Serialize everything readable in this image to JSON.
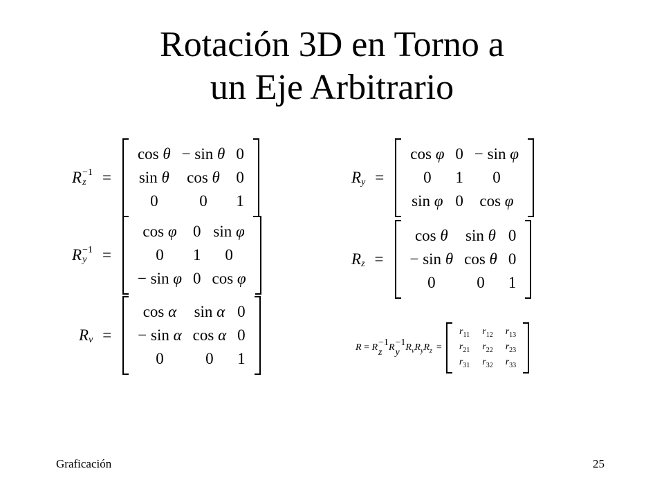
{
  "slide": {
    "title_line1": "Rotación 3D en Torno a",
    "title_line2": "un Eje Arbitrario",
    "footer_left": "Graficación",
    "page_number": "25"
  },
  "equations": {
    "rz_inv": {
      "rows": [
        [
          "cos θ",
          "− sin θ",
          "0"
        ],
        [
          "sin θ",
          "cos θ",
          "0"
        ],
        [
          "0",
          "0",
          "1"
        ]
      ]
    },
    "ry_inv": {
      "rows": [
        [
          "cos φ",
          "0",
          "sin φ"
        ],
        [
          "0",
          "1",
          "0"
        ],
        [
          "− sin φ",
          "0",
          "cos φ"
        ]
      ]
    },
    "rv": {
      "rows": [
        [
          "cos α",
          "sin α",
          "0"
        ],
        [
          "− sin α",
          "cos α",
          "0"
        ],
        [
          "0",
          "0",
          "1"
        ]
      ]
    },
    "ry": {
      "rows": [
        [
          "cos φ",
          "0",
          "− sin φ"
        ],
        [
          "0",
          "1",
          "0"
        ],
        [
          "sin φ",
          "0",
          "cos φ"
        ]
      ]
    },
    "rz": {
      "rows": [
        [
          "cos θ",
          "sin θ",
          "0"
        ],
        [
          "− sin θ",
          "cos θ",
          "0"
        ],
        [
          "0",
          "0",
          "1"
        ]
      ]
    },
    "r_total": {
      "rows": [
        [
          "r11",
          "r12",
          "r13"
        ],
        [
          "r21",
          "r22",
          "r23"
        ],
        [
          "r31",
          "r32",
          "r33"
        ]
      ]
    }
  }
}
